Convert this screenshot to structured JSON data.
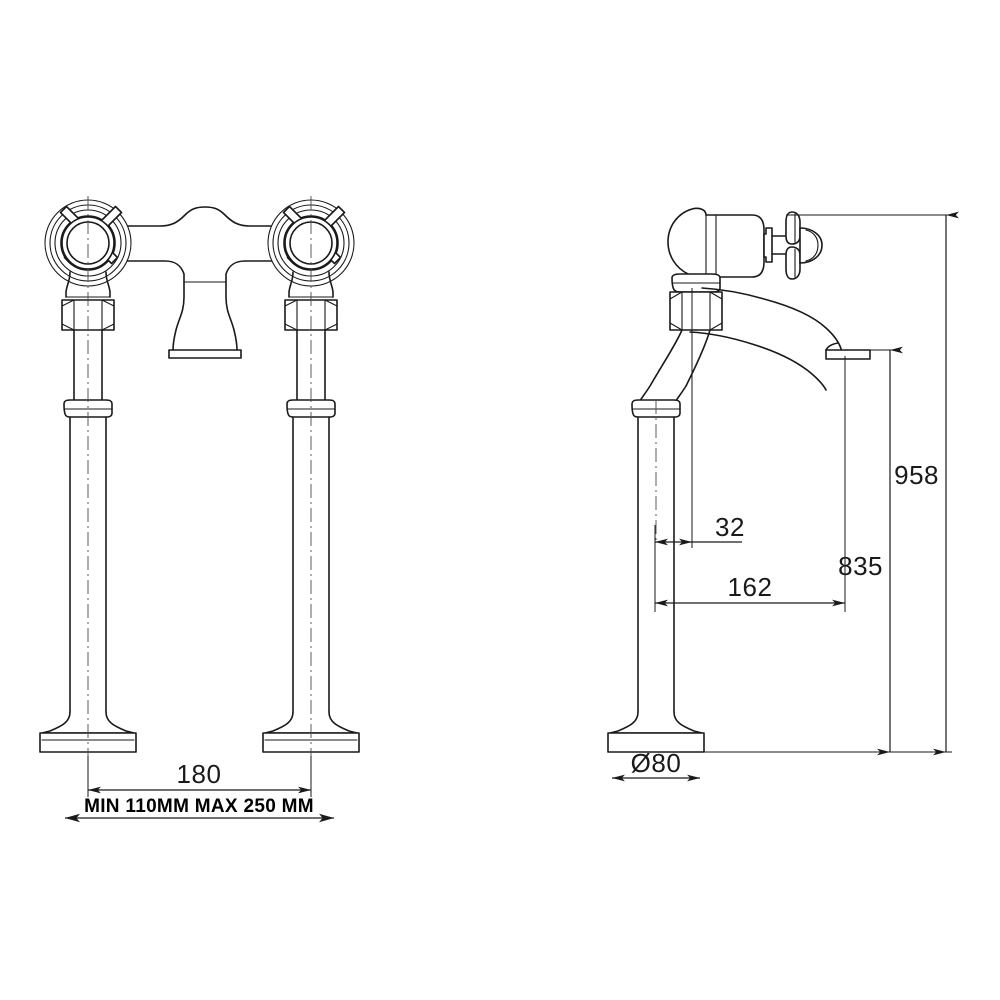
{
  "document": {
    "type": "technical-drawing",
    "subject": "Bridge basin mixer tap with cross handles on standpipes",
    "background_color": "#ffffff",
    "line_color": "#1a1a1a",
    "views": [
      {
        "id": "front-view",
        "label": "front elevation",
        "position": "left"
      },
      {
        "id": "side-view",
        "label": "side elevation",
        "position": "right"
      }
    ]
  },
  "dimensions": {
    "front": {
      "centre_spacing": "180",
      "adjustable_note": "MIN 110MM  MAX 250 MM"
    },
    "side": {
      "pillar_offset": "32",
      "spout_reach": "162",
      "spout_height": "835",
      "overall_height": "958",
      "base_diameter": "Ø80"
    }
  },
  "labels": {
    "dim_180": "180",
    "dim_min_max": "MIN 110MM  MAX 250 MM",
    "dim_32": "32",
    "dim_162": "162",
    "dim_835": "835",
    "dim_958": "958",
    "dim_d80": "Ø80"
  }
}
